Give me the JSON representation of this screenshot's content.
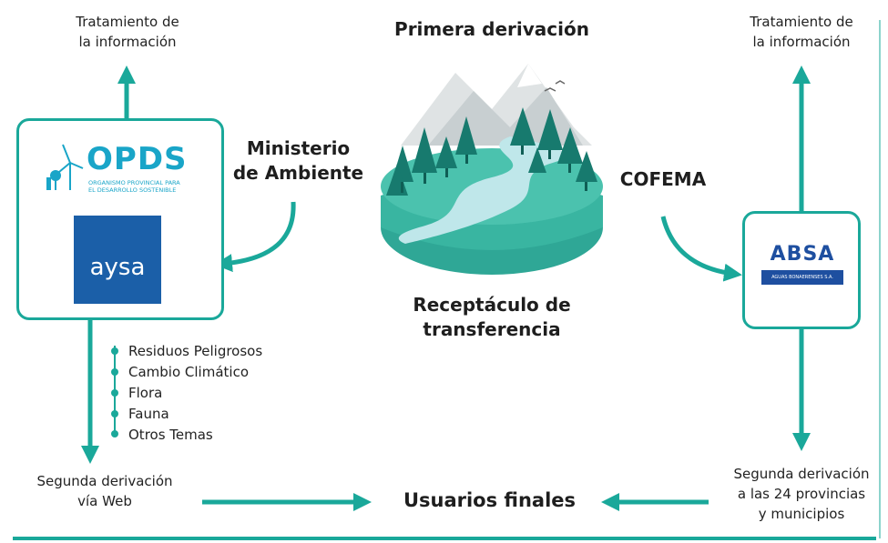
{
  "title": "Primera derivación",
  "left_top_label": "Tratamiento de\nla información",
  "right_top_label": "Tratamiento de\nla información",
  "ministerio_label": "Ministerio\nde Ambiente",
  "cofema_label": "COFEMA",
  "receptaculo_label": "Receptáculo de\ntransferencia",
  "left_bottom_label": "Segunda derivación\nvía Web",
  "right_bottom_label": "Segunda derivación\na las 24 provincias\ny municipios",
  "usuarios_label": "Usuarios finales",
  "topics": [
    "Residuos Peligrosos",
    "Cambio Climático",
    "Flora",
    "Fauna",
    "Otros Temas"
  ],
  "logos": {
    "opds_name": "OPDS",
    "opds_sub1": "ORGANISMO PROVINCIAL PARA",
    "opds_sub2": "EL DESARROLLO SOSTENIBLE",
    "aysa_name": "aysa",
    "absa_name": "ABSA",
    "absa_sub": "AGUAS BONAERENSES S.A."
  },
  "colors": {
    "accent": "#1aa89a",
    "opds": "#19a5c8",
    "aysa_bg": "#1b5fa8",
    "absa_bg": "#1e4fa0"
  }
}
